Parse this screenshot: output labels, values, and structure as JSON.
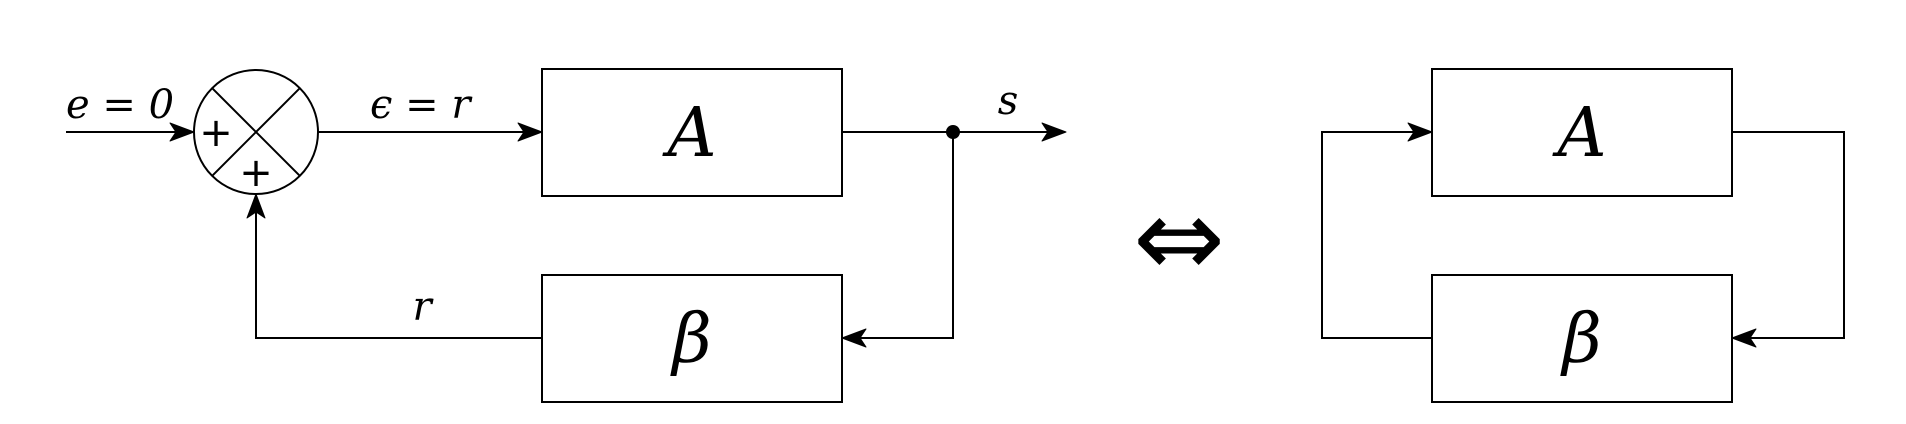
{
  "left_diagram": {
    "input_label": "e = 0",
    "error_label": "ϵ = r",
    "output_label": "s",
    "feedback_label": "r",
    "block_a_label": "A",
    "block_b_label": "β",
    "sum_sign_left": "+",
    "sum_sign_bottom": "+"
  },
  "equivalence_symbol": "⇔",
  "right_diagram": {
    "block_a_label": "A",
    "block_b_label": "β"
  }
}
